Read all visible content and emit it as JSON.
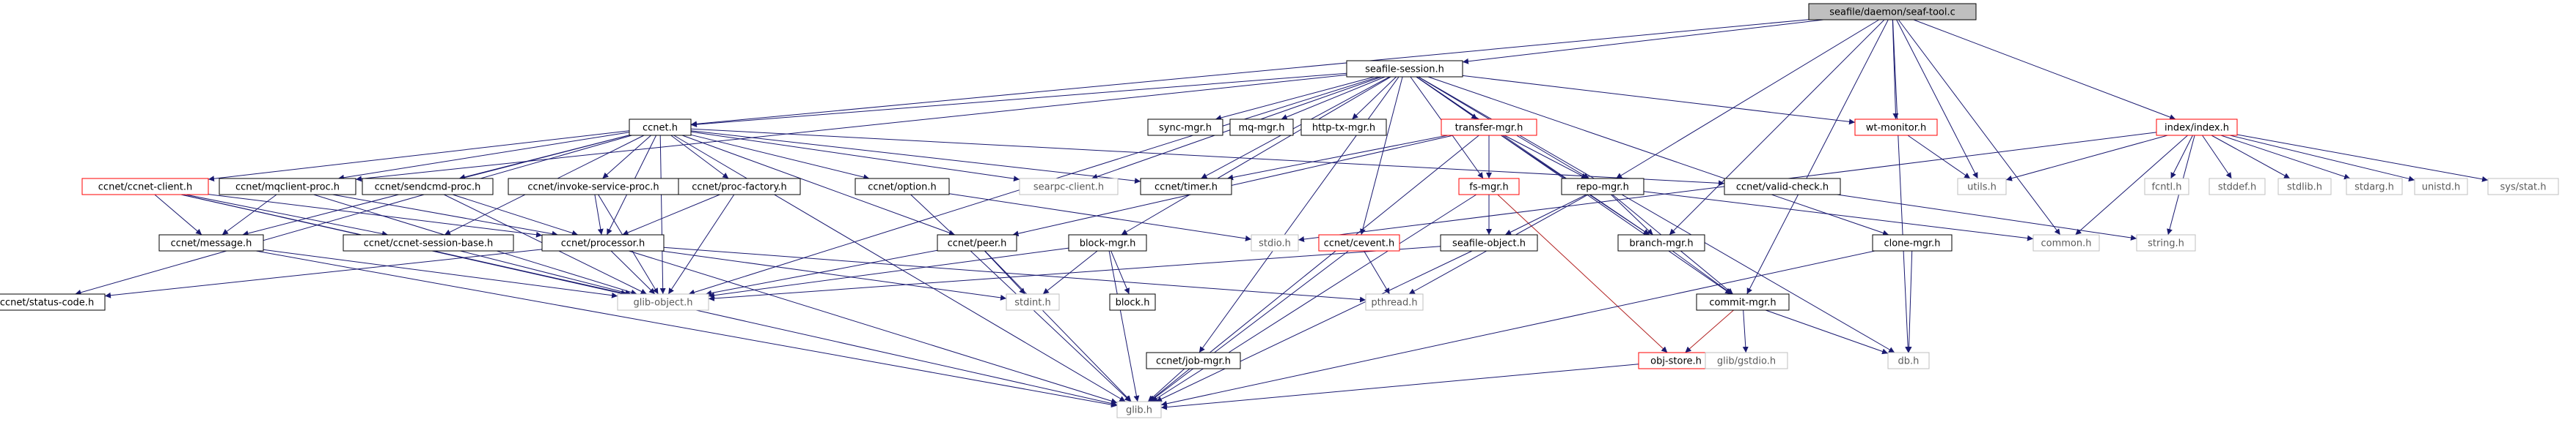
{
  "colors": {
    "edge": "#191970",
    "edge_red": "#b22222",
    "text_dark": "#000000",
    "text_gray": "#5a5a5a",
    "border_normal": "#000000",
    "border_red": "#ff0000",
    "border_gray": "#bfbfbf",
    "root_fill": "#bfbfbf",
    "node_fill": "#ffffff"
  },
  "graph": {
    "nodes": [
      {
        "id": "root",
        "label": "seafile/daemon/seaf-tool.c",
        "style": "root"
      },
      {
        "id": "session",
        "label": "seafile-session.h",
        "style": "normal"
      },
      {
        "id": "ccnet",
        "label": "ccnet.h",
        "style": "normal"
      },
      {
        "id": "syncmgr",
        "label": "sync-mgr.h",
        "style": "normal"
      },
      {
        "id": "mqmgr",
        "label": "mq-mgr.h",
        "style": "normal"
      },
      {
        "id": "httptx",
        "label": "http-tx-mgr.h",
        "style": "normal"
      },
      {
        "id": "transfer",
        "label": "transfer-mgr.h",
        "style": "red"
      },
      {
        "id": "wtmon",
        "label": "wt-monitor.h",
        "style": "red"
      },
      {
        "id": "index",
        "label": "index/index.h",
        "style": "red"
      },
      {
        "id": "ccnetclient",
        "label": "ccnet/ccnet-client.h",
        "style": "red"
      },
      {
        "id": "mqclient",
        "label": "ccnet/mqclient-proc.h",
        "style": "normal"
      },
      {
        "id": "sendcmd",
        "label": "ccnet/sendcmd-proc.h",
        "style": "normal"
      },
      {
        "id": "invoke",
        "label": "ccnet/invoke-service-proc.h",
        "style": "normal"
      },
      {
        "id": "procfactory",
        "label": "ccnet/proc-factory.h",
        "style": "normal"
      },
      {
        "id": "option",
        "label": "ccnet/option.h",
        "style": "normal"
      },
      {
        "id": "searpc",
        "label": "searpc-client.h",
        "style": "gray"
      },
      {
        "id": "timer",
        "label": "ccnet/timer.h",
        "style": "normal"
      },
      {
        "id": "fsmgr",
        "label": "fs-mgr.h",
        "style": "red"
      },
      {
        "id": "repomgr",
        "label": "repo-mgr.h",
        "style": "normal"
      },
      {
        "id": "validcheck",
        "label": "ccnet/valid-check.h",
        "style": "normal"
      },
      {
        "id": "utils",
        "label": "utils.h",
        "style": "gray"
      },
      {
        "id": "fcntl",
        "label": "fcntl.h",
        "style": "gray"
      },
      {
        "id": "stddef",
        "label": "stddef.h",
        "style": "gray"
      },
      {
        "id": "stdlib",
        "label": "stdlib.h",
        "style": "gray"
      },
      {
        "id": "stdarg",
        "label": "stdarg.h",
        "style": "gray"
      },
      {
        "id": "unistd",
        "label": "unistd.h",
        "style": "gray"
      },
      {
        "id": "sysstat",
        "label": "sys/stat.h",
        "style": "gray"
      },
      {
        "id": "message",
        "label": "ccnet/message.h",
        "style": "normal"
      },
      {
        "id": "sessionbase",
        "label": "ccnet/ccnet-session-base.h",
        "style": "normal"
      },
      {
        "id": "processor",
        "label": "ccnet/processor.h",
        "style": "normal"
      },
      {
        "id": "peer",
        "label": "ccnet/peer.h",
        "style": "normal"
      },
      {
        "id": "blockmgr",
        "label": "block-mgr.h",
        "style": "normal"
      },
      {
        "id": "stdio",
        "label": "stdio.h",
        "style": "gray"
      },
      {
        "id": "cevent",
        "label": "ccnet/cevent.h",
        "style": "red"
      },
      {
        "id": "seafobj",
        "label": "seafile-object.h",
        "style": "normal"
      },
      {
        "id": "branchmgr",
        "label": "branch-mgr.h",
        "style": "normal"
      },
      {
        "id": "clonemgr",
        "label": "clone-mgr.h",
        "style": "normal"
      },
      {
        "id": "common",
        "label": "common.h",
        "style": "gray"
      },
      {
        "id": "stringh",
        "label": "string.h",
        "style": "gray"
      },
      {
        "id": "statuscode",
        "label": "ccnet/status-code.h",
        "style": "normal"
      },
      {
        "id": "globject",
        "label": "glib-object.h",
        "style": "gray"
      },
      {
        "id": "stdint",
        "label": "stdint.h",
        "style": "gray"
      },
      {
        "id": "block",
        "label": "block.h",
        "style": "normal"
      },
      {
        "id": "pthread",
        "label": "pthread.h",
        "style": "gray"
      },
      {
        "id": "commitmgr",
        "label": "commit-mgr.h",
        "style": "normal"
      },
      {
        "id": "objstore",
        "label": "obj-store.h",
        "style": "red"
      },
      {
        "id": "glibstdio",
        "label": "glib/gstdio.h",
        "style": "gray"
      },
      {
        "id": "dbh",
        "label": "db.h",
        "style": "gray"
      },
      {
        "id": "jobmgr",
        "label": "ccnet/job-mgr.h",
        "style": "normal"
      },
      {
        "id": "glib",
        "label": "glib.h",
        "style": "gray"
      }
    ],
    "edges": [
      [
        "root",
        "session"
      ],
      [
        "root",
        "ccnet"
      ],
      [
        "root",
        "repomgr"
      ],
      [
        "root",
        "branchmgr"
      ],
      [
        "root",
        "commitmgr"
      ],
      [
        "root",
        "wtmon"
      ],
      [
        "root",
        "index"
      ],
      [
        "root",
        "utils"
      ],
      [
        "root",
        "common"
      ],
      [
        "root",
        "dbh"
      ],
      [
        "session",
        "ccnet"
      ],
      [
        "session",
        "syncmgr"
      ],
      [
        "session",
        "mqmgr"
      ],
      [
        "session",
        "httptx"
      ],
      [
        "session",
        "transfer"
      ],
      [
        "session",
        "wtmon"
      ],
      [
        "session",
        "searpc"
      ],
      [
        "session",
        "timer"
      ],
      [
        "session",
        "globject"
      ],
      [
        "session",
        "blockmgr"
      ],
      [
        "session",
        "fsmgr"
      ],
      [
        "session",
        "repomgr"
      ],
      [
        "session",
        "branchmgr"
      ],
      [
        "session",
        "commitmgr"
      ],
      [
        "session",
        "clonemgr"
      ],
      [
        "session",
        "cevent"
      ],
      [
        "session",
        "jobmgr"
      ],
      [
        "session",
        "dbh"
      ],
      [
        "session",
        "mqclient"
      ],
      [
        "ccnet",
        "ccnetclient"
      ],
      [
        "ccnet",
        "mqclient"
      ],
      [
        "ccnet",
        "sendcmd"
      ],
      [
        "ccnet",
        "invoke"
      ],
      [
        "ccnet",
        "procfactory"
      ],
      [
        "ccnet",
        "option"
      ],
      [
        "ccnet",
        "searpc"
      ],
      [
        "ccnet",
        "timer"
      ],
      [
        "ccnet",
        "validcheck"
      ],
      [
        "ccnet",
        "peer"
      ],
      [
        "ccnet",
        "message"
      ],
      [
        "ccnet",
        "processor"
      ],
      [
        "ccnet",
        "sessionbase"
      ],
      [
        "ccnet",
        "statuscode"
      ],
      [
        "ccnet",
        "glib"
      ],
      [
        "ccnet",
        "globject"
      ],
      [
        "transfer",
        "timer"
      ],
      [
        "transfer",
        "fsmgr"
      ],
      [
        "transfer",
        "repomgr"
      ],
      [
        "transfer",
        "branchmgr"
      ],
      [
        "transfer",
        "peer"
      ],
      [
        "transfer",
        "glib"
      ],
      [
        "wtmon",
        "utils"
      ],
      [
        "index",
        "utils"
      ],
      [
        "index",
        "fcntl"
      ],
      [
        "index",
        "stddef"
      ],
      [
        "index",
        "stdlib"
      ],
      [
        "index",
        "stdarg"
      ],
      [
        "index",
        "unistd"
      ],
      [
        "index",
        "sysstat"
      ],
      [
        "index",
        "common"
      ],
      [
        "index",
        "stringh"
      ],
      [
        "index",
        "stdio"
      ],
      [
        "ccnetclient",
        "message"
      ],
      [
        "ccnetclient",
        "processor"
      ],
      [
        "ccnetclient",
        "sessionbase"
      ],
      [
        "ccnetclient",
        "globject"
      ],
      [
        "ccnetclient",
        "glib"
      ],
      [
        "mqclient",
        "message"
      ],
      [
        "mqclient",
        "processor"
      ],
      [
        "mqclient",
        "globject"
      ],
      [
        "sendcmd",
        "processor"
      ],
      [
        "sendcmd",
        "globject"
      ],
      [
        "invoke",
        "processor"
      ],
      [
        "invoke",
        "globject"
      ],
      [
        "procfactory",
        "processor"
      ],
      [
        "procfactory",
        "globject"
      ],
      [
        "option",
        "stdio"
      ],
      [
        "option",
        "glib"
      ],
      [
        "validcheck",
        "stringh"
      ],
      [
        "fsmgr",
        "seafobj"
      ],
      [
        "fsmgr",
        "objstore"
      ],
      [
        "fsmgr",
        "glib"
      ],
      [
        "repomgr",
        "seafobj"
      ],
      [
        "repomgr",
        "commitmgr"
      ],
      [
        "repomgr",
        "branchmgr"
      ],
      [
        "repomgr",
        "common"
      ],
      [
        "repomgr",
        "pthread"
      ],
      [
        "message",
        "globject"
      ],
      [
        "message",
        "glib"
      ],
      [
        "sessionbase",
        "globject"
      ],
      [
        "processor",
        "statuscode"
      ],
      [
        "processor",
        "globject"
      ],
      [
        "processor",
        "stdint"
      ],
      [
        "processor",
        "glib"
      ],
      [
        "processor",
        "pthread"
      ],
      [
        "peer",
        "globject"
      ],
      [
        "peer",
        "stdint"
      ],
      [
        "peer",
        "glib"
      ],
      [
        "blockmgr",
        "globject"
      ],
      [
        "blockmgr",
        "stdint"
      ],
      [
        "blockmgr",
        "block"
      ],
      [
        "blockmgr",
        "glib"
      ],
      [
        "cevent",
        "pthread"
      ],
      [
        "cevent",
        "glib"
      ],
      [
        "seafobj",
        "globject"
      ],
      [
        "seafobj",
        "glib"
      ],
      [
        "branchmgr",
        "commitmgr"
      ],
      [
        "commitmgr",
        "objstore"
      ],
      [
        "commitmgr",
        "glibstdio"
      ],
      [
        "commitmgr",
        "dbh"
      ],
      [
        "clonemgr",
        "dbh"
      ],
      [
        "clonemgr",
        "glib"
      ],
      [
        "objstore",
        "glib"
      ],
      [
        "jobmgr",
        "glib"
      ]
    ]
  }
}
